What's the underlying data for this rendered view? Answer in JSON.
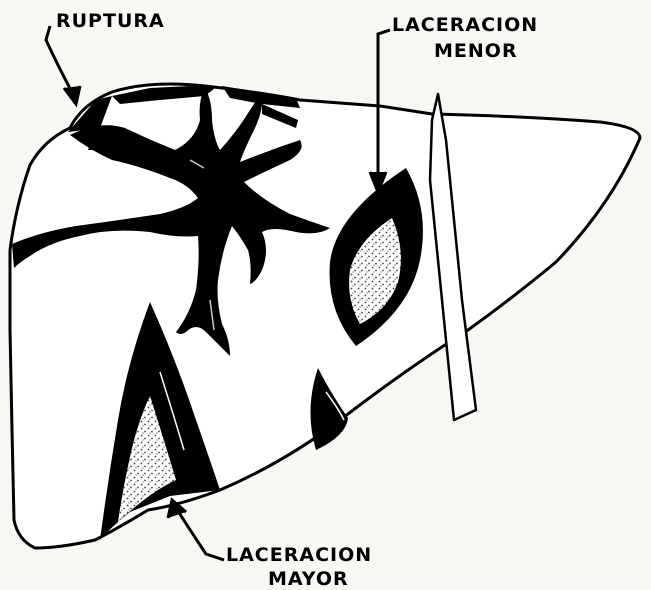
{
  "labels": {
    "ruptura": "RUPTURA",
    "laceracion_menor": [
      "LACERACION",
      "MENOR"
    ],
    "laceracion_mayor": [
      "LACERACION",
      "MAYOR"
    ]
  },
  "colors": {
    "ink": "#000000",
    "paper": "#f7f7f4",
    "organ_fill": "#ffffff",
    "stipple": "#444444"
  },
  "icons": [
    "liver-outline",
    "rupture-fissure",
    "minor-laceration",
    "major-laceration",
    "falciform-ligament",
    "pointer-arrow"
  ]
}
